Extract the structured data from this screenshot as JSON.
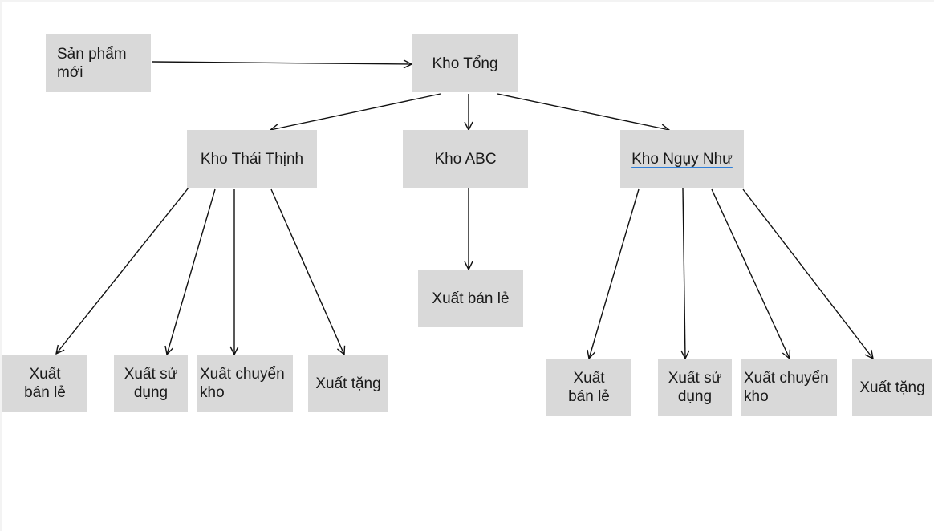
{
  "colors": {
    "background": "#ffffff",
    "node_fill": "#d9d9d9",
    "text": "#1a1a1a",
    "edge": "#111111",
    "spellcheck_underline": "#2f7fd9"
  },
  "nodes": {
    "san_pham_moi": "Sản phẩm mới",
    "kho_tong": "Kho Tổng",
    "kho_thai_thinh": "Kho Thái Thịnh",
    "kho_abc": "Kho ABC",
    "kho_nguy_nhu": "Kho Ngụy Như",
    "tt_xuat_ban_le": "Xuất bán lẻ",
    "tt_xuat_su_dung": "Xuất sử dụng",
    "tt_xuat_chuyen_kho": "Xuất chuyển kho",
    "tt_xuat_tang": "Xuất tặng",
    "abc_xuat_ban_le": "Xuất bán lẻ",
    "nn_xuat_ban_le": "Xuất bán lẻ",
    "nn_xuat_su_dung": "Xuất sử dụng",
    "nn_xuat_chuyen_kho": "Xuất chuyển kho",
    "nn_xuat_tang": "Xuất tặng"
  },
  "edges": [
    {
      "from": "san_pham_moi",
      "to": "kho_tong"
    },
    {
      "from": "kho_tong",
      "to": "kho_thai_thinh"
    },
    {
      "from": "kho_tong",
      "to": "kho_abc"
    },
    {
      "from": "kho_tong",
      "to": "kho_nguy_nhu"
    },
    {
      "from": "kho_thai_thinh",
      "to": "tt_xuat_ban_le"
    },
    {
      "from": "kho_thai_thinh",
      "to": "tt_xuat_su_dung"
    },
    {
      "from": "kho_thai_thinh",
      "to": "tt_xuat_chuyen_kho"
    },
    {
      "from": "kho_thai_thinh",
      "to": "tt_xuat_tang"
    },
    {
      "from": "kho_abc",
      "to": "abc_xuat_ban_le"
    },
    {
      "from": "kho_nguy_nhu",
      "to": "nn_xuat_ban_le"
    },
    {
      "from": "kho_nguy_nhu",
      "to": "nn_xuat_su_dung"
    },
    {
      "from": "kho_nguy_nhu",
      "to": "nn_xuat_chuyen_kho"
    },
    {
      "from": "kho_nguy_nhu",
      "to": "nn_xuat_tang"
    }
  ]
}
